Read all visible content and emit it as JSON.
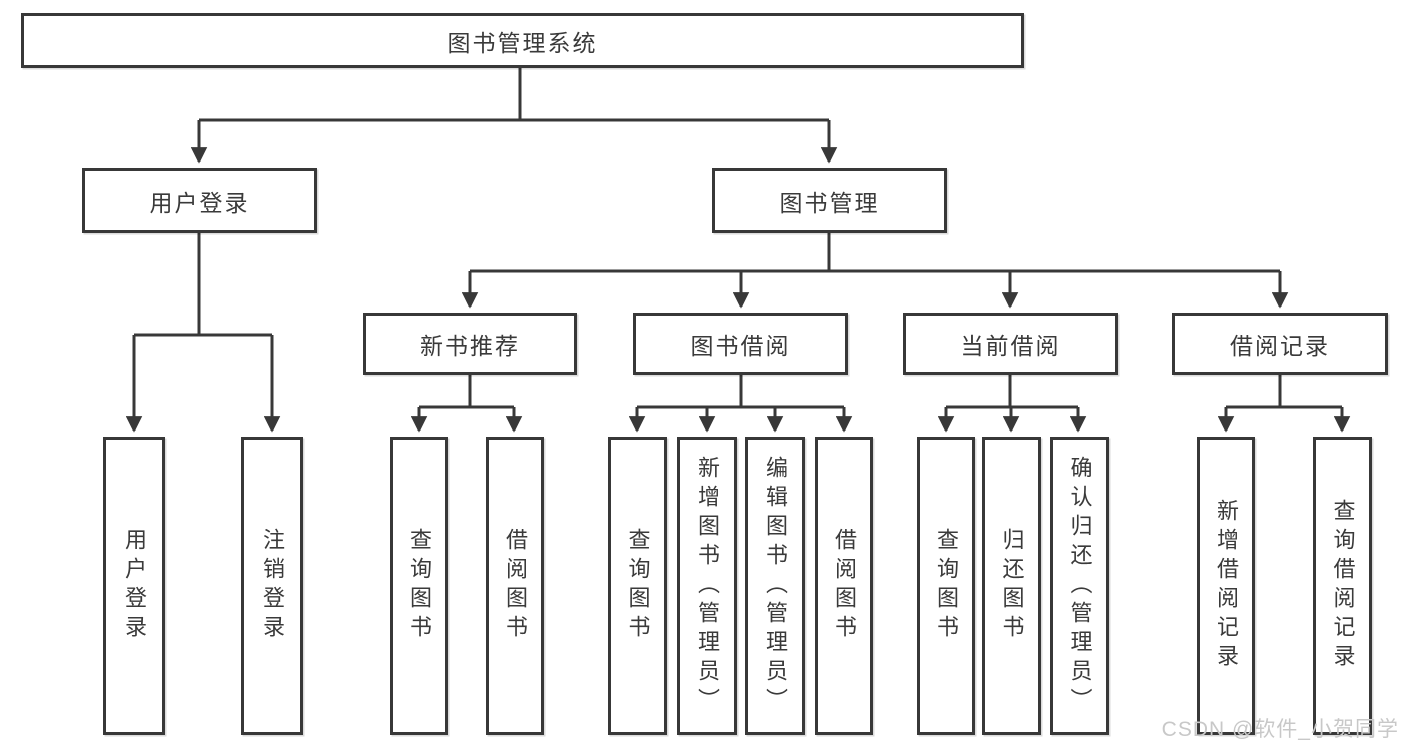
{
  "diagram": {
    "root": {
      "label": "图书管理系统"
    },
    "level2": [
      {
        "label": "用户登录"
      },
      {
        "label": "图书管理"
      }
    ],
    "level3": [
      {
        "label": "新书推荐"
      },
      {
        "label": "图书借阅"
      },
      {
        "label": "当前借阅"
      },
      {
        "label": "借阅记录"
      }
    ],
    "leaves": {
      "user_login": [
        "用户登录",
        "注销登录"
      ],
      "new_book_recommend": [
        "查询图书",
        "借阅图书"
      ],
      "book_borrow": [
        "查询图书",
        "新增图书（管理员）",
        "编辑图书（管理员）",
        "借阅图书"
      ],
      "current_borrow": [
        "查询图书",
        "归还图书",
        "确认归还（管理员）"
      ],
      "borrow_records": [
        "新增借阅记录",
        "查询借阅记录"
      ]
    }
  },
  "watermark": {
    "text": "CSDN @软件_小贺同学"
  },
  "colors": {
    "line": "#383838",
    "text": "#3a3a3a",
    "background": "#ffffff",
    "watermark": "#c8c8c8"
  }
}
